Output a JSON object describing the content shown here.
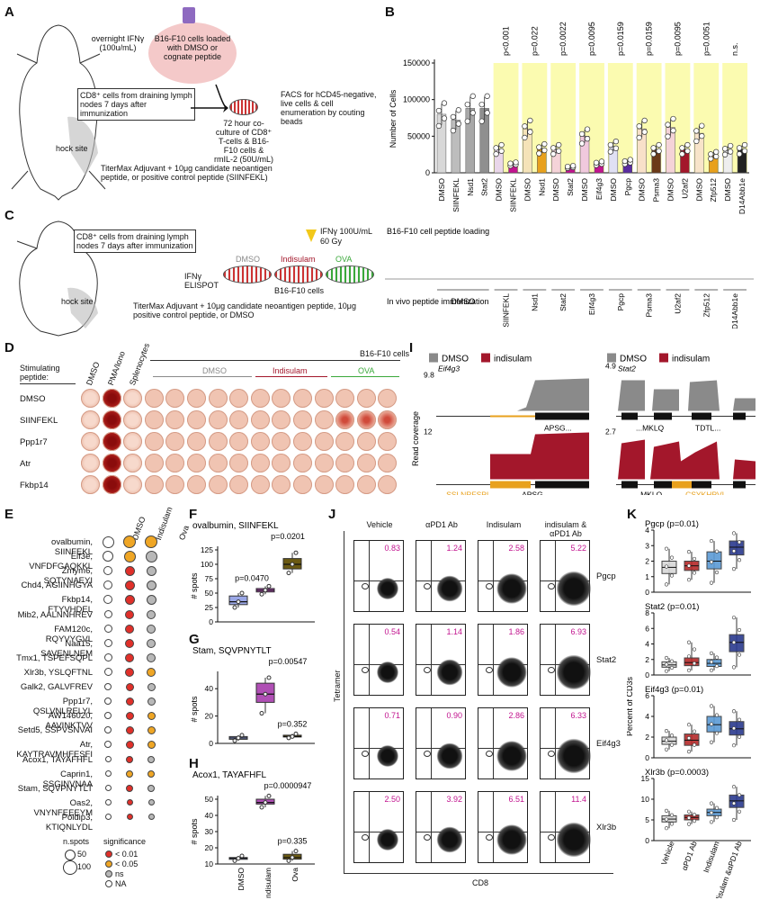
{
  "panels": {
    "A": "A",
    "B": "B",
    "C": "C",
    "D": "D",
    "E": "E",
    "F": "F",
    "G": "G",
    "H": "H",
    "I": "I",
    "J": "J",
    "K": "K"
  },
  "panelA": {
    "ifn": "overnight IFNγ (100u/mL)",
    "b16": "B16-F10 cells loaded with DMSO or cognate peptide",
    "cd8": "CD8⁺ cells from draining lymph nodes 7 days after immunization",
    "coculture": "72 hour co-culture of CD8⁺ T-cells & B16-F10 cells & rmIL-2 (50U/mL)",
    "facs": "FACS for hCD45-negative, live cells & cell enumeration by couting beads",
    "hock": "hock site",
    "adjuvant": "TiterMax Adjuvant + 10μg candidate neoantigen peptide, or positive control peptide (SIINFEKL)"
  },
  "panelC": {
    "cd8": "CD8⁺ cells from draining lymph nodes 7 days after immunization",
    "ifn": "IFNγ 100U/mL",
    "gy": "60 Gy",
    "elispot": "IFNγ ELISPOT",
    "dmso": "DMSO",
    "indisulam": "Indisulam",
    "ova": "OVA",
    "b16": "B16-F10 cells",
    "hock": "hock site",
    "adjuvant": "TiterMax Adjuvant + 10μg candidate neoantigen peptide, 10μg positive control peptide, or DMSO"
  },
  "panelB": {
    "ylabel": "Number of Cells",
    "yticks": [
      "0",
      "50000",
      "100000",
      "150000"
    ],
    "pvalues": [
      "p<0.001",
      "p=0.022",
      "p=0.0022",
      "p=0.0095",
      "p=0.0159",
      "p=0.0159",
      "p=0.0095",
      "p=0.0051",
      "n.s."
    ],
    "xlabels": [
      "DMSO",
      "SIINFEKL",
      "Nsd1",
      "Stat2",
      "DMSO",
      "SIINFEKL",
      "DMSO",
      "Nsd1",
      "DMSO",
      "Stat2",
      "DMSO",
      "Eif4g3",
      "DMSO",
      "Pgcp",
      "DMSO",
      "Psma3",
      "DMSO",
      "U2af2",
      "DMSO",
      "Zfp512",
      "DMSO",
      "D14Abb1e"
    ],
    "loading_label": "B16-F10 cell peptide loading",
    "invivo_label": "In vivo peptide immunization",
    "groups": [
      "DMSO",
      "SIINFEKL",
      "Nsd1",
      "Stat2",
      "Eif4g3",
      "Pgcp",
      "Psma3",
      "U2af2",
      "Zfp512",
      "D14Abb1e"
    ]
  },
  "chart_data": {
    "type": "bar",
    "categories": [
      "DMSO",
      "SIINFEKL",
      "Nsd1",
      "Stat2",
      "DMSO",
      "SIINFEKL",
      "DMSO",
      "Nsd1",
      "DMSO",
      "Stat2",
      "DMSO",
      "Eif4g3",
      "DMSO",
      "Pgcp",
      "DMSO",
      "Psma3",
      "DMSO",
      "U2af2",
      "DMSO",
      "Zfp512",
      "DMSO",
      "D14Abb1e"
    ],
    "values": [
      80000,
      72000,
      88000,
      88000,
      32000,
      12000,
      60000,
      33000,
      32000,
      8000,
      50000,
      13000,
      36000,
      15000,
      60000,
      32000,
      62000,
      32000,
      54000,
      24000,
      31000,
      32000
    ],
    "ylabel": "Number of Cells",
    "ylim": [
      0,
      150000
    ]
  },
  "panelD": {
    "stim": "Stimulating peptide:",
    "cols": [
      "DMSO",
      "PMA/Iono",
      "Splenocytes"
    ],
    "b16": "B16-F10 cells",
    "groups": [
      "DMSO",
      "Indisulam",
      "OVA"
    ],
    "rows": [
      "DMSO",
      "SIINFEKL",
      "Ppp1r7",
      "Atr",
      "Fkbp14"
    ]
  },
  "panelE": {
    "cols": [
      "DMSO",
      "Indisulam",
      "Ova"
    ],
    "rows": [
      "ovalbumin, SIINFEKL",
      "Eif3e, VNFDFGAQKKL",
      "Zmym6, SQTYNAEYI",
      "Chd4, AGIINHGYA",
      "Fkbp14, FTYVHDEL",
      "Mib2, AALNNHREV",
      "FAM120c, RQYVYGVL",
      "Naa15, SAVENLNEM",
      "Tmx1, TSPEFSQPL",
      "Xlr3b, YSLQFTNL",
      "Galk2, GALVFREV",
      "Ppp1r7, QSLVNLRELYL",
      "AW146020, AAVINKTVV",
      "Setd5, SSPVSNVAI",
      "Atr, KAYTRAVMHFESFI",
      "Acox1, TAYAFHFL",
      "Caprin1, SSGINVNAA",
      "Stam, SQVPNYTLT",
      "Oas2, VNYNFEEEYM",
      "Poldip3, KTIQNLYDL"
    ],
    "nspots": "n.spots",
    "s50": "50",
    "s100": "100",
    "significance": "significance",
    "sig": [
      "< 0.01",
      "< 0.05",
      "ns",
      "NA"
    ]
  },
  "panelF": {
    "title": "ovalbumin, SIINFEKL",
    "p1": "p=0.0201",
    "p2": "p=0.0470",
    "ylabel": "# spots",
    "yticks": [
      "0",
      "25",
      "50",
      "75",
      "100",
      "125"
    ]
  },
  "panelG": {
    "title": "Stam, SQVPNYTLT",
    "p1": "p=0.00547",
    "p2": "p=0.352",
    "ylabel": "# spots",
    "yticks": [
      "0",
      "20",
      "40"
    ]
  },
  "panelH": {
    "title": "Acox1, TAYAFHFL",
    "p1": "p=0.0000947",
    "p2": "p=0.335",
    "ylabel": "# spots",
    "yticks": [
      "10",
      "20",
      "30",
      "40",
      "50"
    ],
    "xlabels": [
      "DMSO",
      "indisulam",
      "Ova"
    ]
  },
  "panelI": {
    "dmso": "DMSO",
    "indisulam": "indisulam",
    "gene1": "Eif4g3",
    "gene2": "Stat2",
    "ylabel": "Read coverage",
    "y1a": "9.8",
    "y1b": "12",
    "y2a": "4.9",
    "y2b": "2.7",
    "seq1": "APSG...",
    "seq1b_orange": "...SSLNRFSPL",
    "seq1b_black": "...APSG...",
    "seq2a": "...MKLQ",
    "seq2b": "TDTL...",
    "seq2c": "...MKLQ",
    "seq2d_orange": "...CSYKHPVL..."
  },
  "panelJ": {
    "cols": [
      "Vehicle",
      "αPD1 Ab",
      "Indisulam",
      "indisulam & αPD1 Ab"
    ],
    "rows": [
      "Pgcp",
      "Stat2",
      "Eif4g3",
      "Xlr3b"
    ],
    "values": [
      [
        "0.83",
        "1.24",
        "2.58",
        "5.22"
      ],
      [
        "0.54",
        "1.14",
        "1.86",
        "6.93"
      ],
      [
        "0.71",
        "0.90",
        "2.86",
        "6.33"
      ],
      [
        "2.50",
        "3.92",
        "6.51",
        "11.4"
      ]
    ],
    "ylabel": "Tetramer",
    "xlabel": "CD8"
  },
  "panelK": {
    "titles": [
      "Pgcp (p=0.01)",
      "Stat2 (p=0.01)",
      "Eif4g3 (p=0.01)",
      "Xlr3b (p=0.0003)"
    ],
    "ylabel": "Percent of CD3s",
    "xlabels": [
      "Vehicle",
      "αPD1 Ab",
      "Indisulam",
      "Indisulam &αPD1 Ab"
    ],
    "ticks1": [
      "0",
      "1",
      "2",
      "3",
      "4"
    ],
    "ticks2": [
      "0",
      "2",
      "4",
      "6",
      "8"
    ],
    "ticks3": [
      "0",
      "2",
      "4",
      "6"
    ],
    "ticks4": [
      "0",
      "5",
      "10",
      "15"
    ]
  },
  "colors": {
    "dmso": "#8a8a8a",
    "indisulam": "#a3172b",
    "ova": "#3aa83a",
    "highlight": "#fbfbb0",
    "orange": "#e8a11d",
    "magenta": "#c2148f"
  }
}
